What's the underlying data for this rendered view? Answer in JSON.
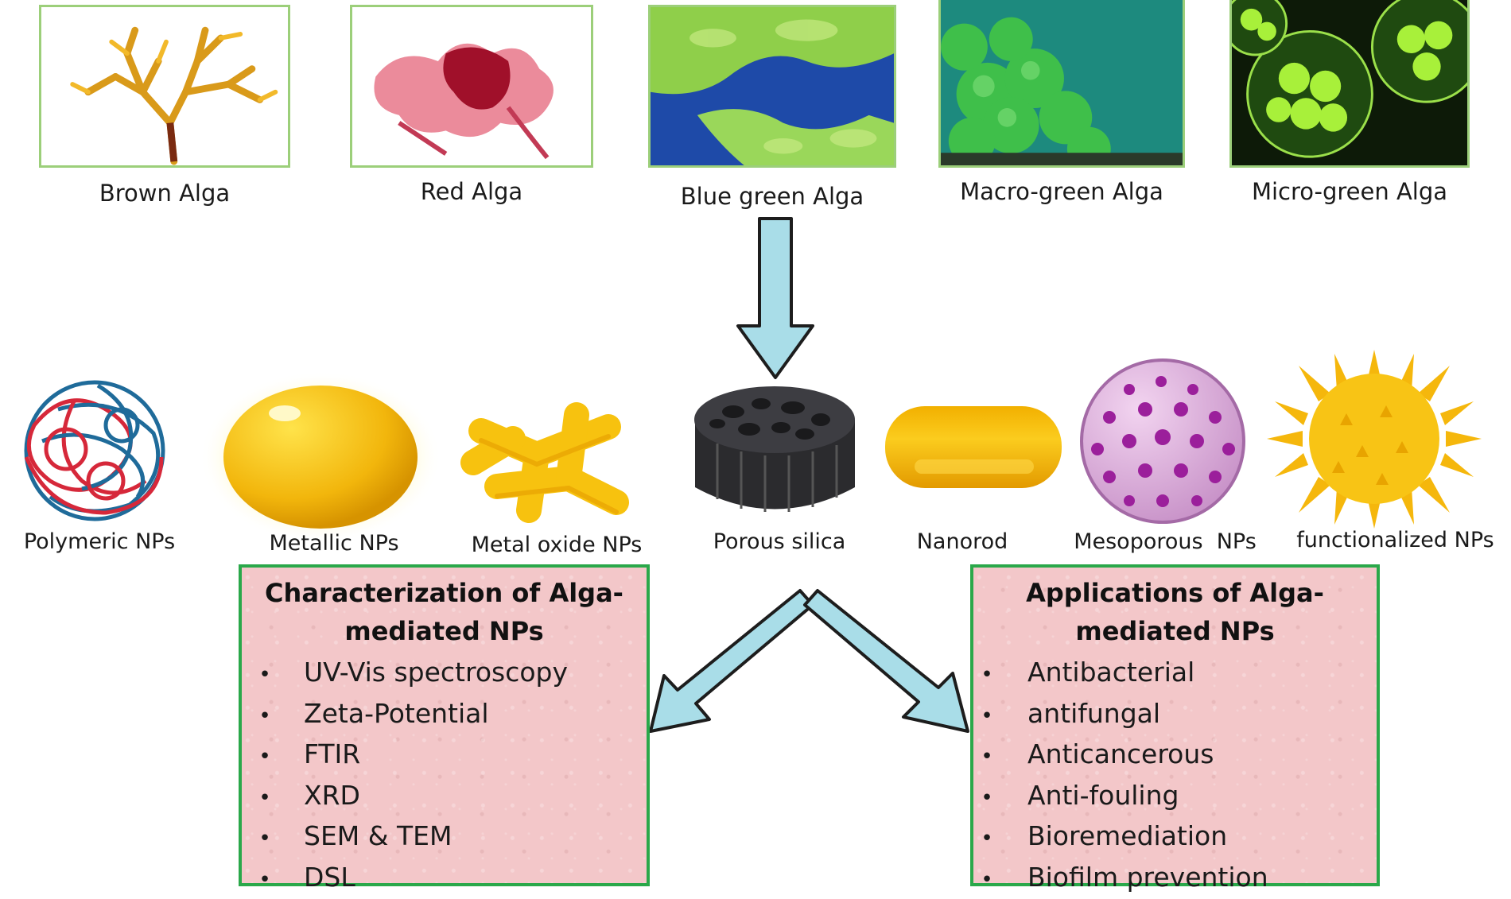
{
  "algae": [
    {
      "name": "Brown Alga"
    },
    {
      "name": "Red Alga"
    },
    {
      "name": "Blue green Alga"
    },
    {
      "name": "Macro-green Alga"
    },
    {
      "name": "Micro-green Alga"
    }
  ],
  "nanoparticles": [
    {
      "name": "Polymeric NPs"
    },
    {
      "name": "Metallic NPs"
    },
    {
      "name": "Metal oxide NPs"
    },
    {
      "name": "Porous silica"
    },
    {
      "name": "Nanorod"
    },
    {
      "name": "Mesoporous  NPs"
    },
    {
      "name": "functionalized NPs"
    }
  ],
  "characterization": {
    "title_line1": "Characterization of Alga-",
    "title_line2": "mediated NPs",
    "bullet": "•",
    "items": [
      "UV-Vis spectroscopy",
      "Zeta-Potential",
      "FTIR",
      "XRD",
      "SEM & TEM",
      "DSL"
    ]
  },
  "applications": {
    "title_line1": "Applications of Alga-",
    "title_line2": "mediated NPs",
    "bullet": "•",
    "items": [
      "Antibacterial",
      "antifungal",
      "Anticancerous",
      "Anti-fouling",
      "Bioremediation",
      "Biofilm prevention"
    ]
  },
  "colors": {
    "box_border": "#2aa84a",
    "box_fill": "#f3c7c9",
    "photo_border": "#9ccf7a",
    "arrow_fill": "#a9dde8",
    "arrow_stroke": "#1d1d1d"
  }
}
